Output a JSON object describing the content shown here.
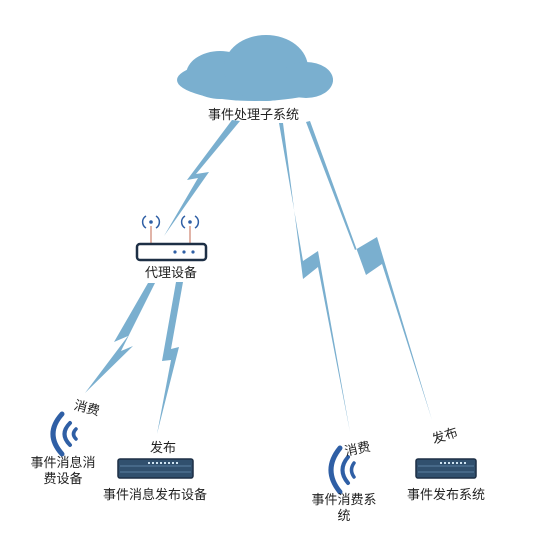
{
  "nodes": {
    "cloud": "事件处理子系统",
    "proxy": "代理设备",
    "consume_device": "事件消息消费设备",
    "publish_device": "事件消息发布设备",
    "consume_system": "事件消费系统",
    "publish_system": "事件发布系统"
  },
  "edge_labels": {
    "consume_left": "消费",
    "publish_left": "发布",
    "consume_right": "消费",
    "publish_right": "发布"
  },
  "colors": {
    "cloud": "#7aafcf",
    "bolt": "#7aafcf",
    "signal": "#2f5fa5",
    "device_body": "#31506e",
    "router_body": "#ffffff",
    "router_outline": "#1d2f45"
  }
}
